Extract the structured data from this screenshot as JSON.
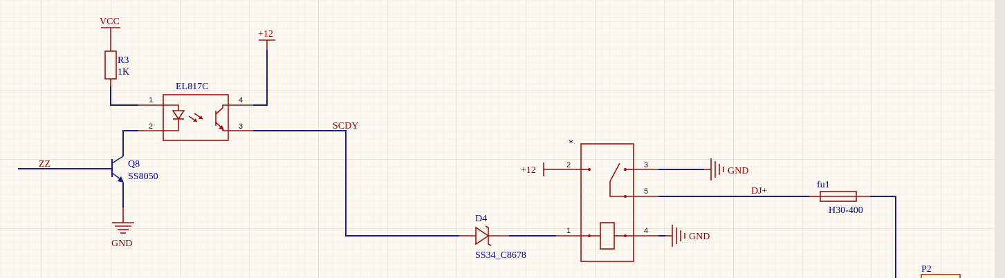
{
  "colors": {
    "background": "#fbf8f1",
    "grid_minor": "#ece6da",
    "grid_major": "#ddd5c5",
    "wire": "#1a1a8c",
    "component": "#a01010",
    "label_red": "#8b0000",
    "label_blue": "#00008b"
  },
  "nets": {
    "vcc": "VCC",
    "p12_top": "+12",
    "p12_relay": "+12",
    "gnd_q8": "GND",
    "gnd_relay_3": "GND",
    "gnd_relay_4": "GND",
    "zz": "ZZ",
    "scdy": "SCDY",
    "dj": "DJ+",
    "relay_marker": "*"
  },
  "components": {
    "r3": {
      "designator": "R3",
      "value": "1K"
    },
    "u_opto": {
      "value": "EL817C",
      "pins": [
        "1",
        "2",
        "3",
        "4"
      ]
    },
    "q8": {
      "designator": "Q8",
      "value": "SS8050"
    },
    "d4": {
      "designator": "D4",
      "value": "SS34_C8678"
    },
    "relay": {
      "pins": [
        "2",
        "3",
        "5",
        "1",
        "4"
      ]
    },
    "fu1": {
      "designator": "fu1",
      "value": "H30-400"
    },
    "p2": {
      "designator": "P2"
    }
  }
}
